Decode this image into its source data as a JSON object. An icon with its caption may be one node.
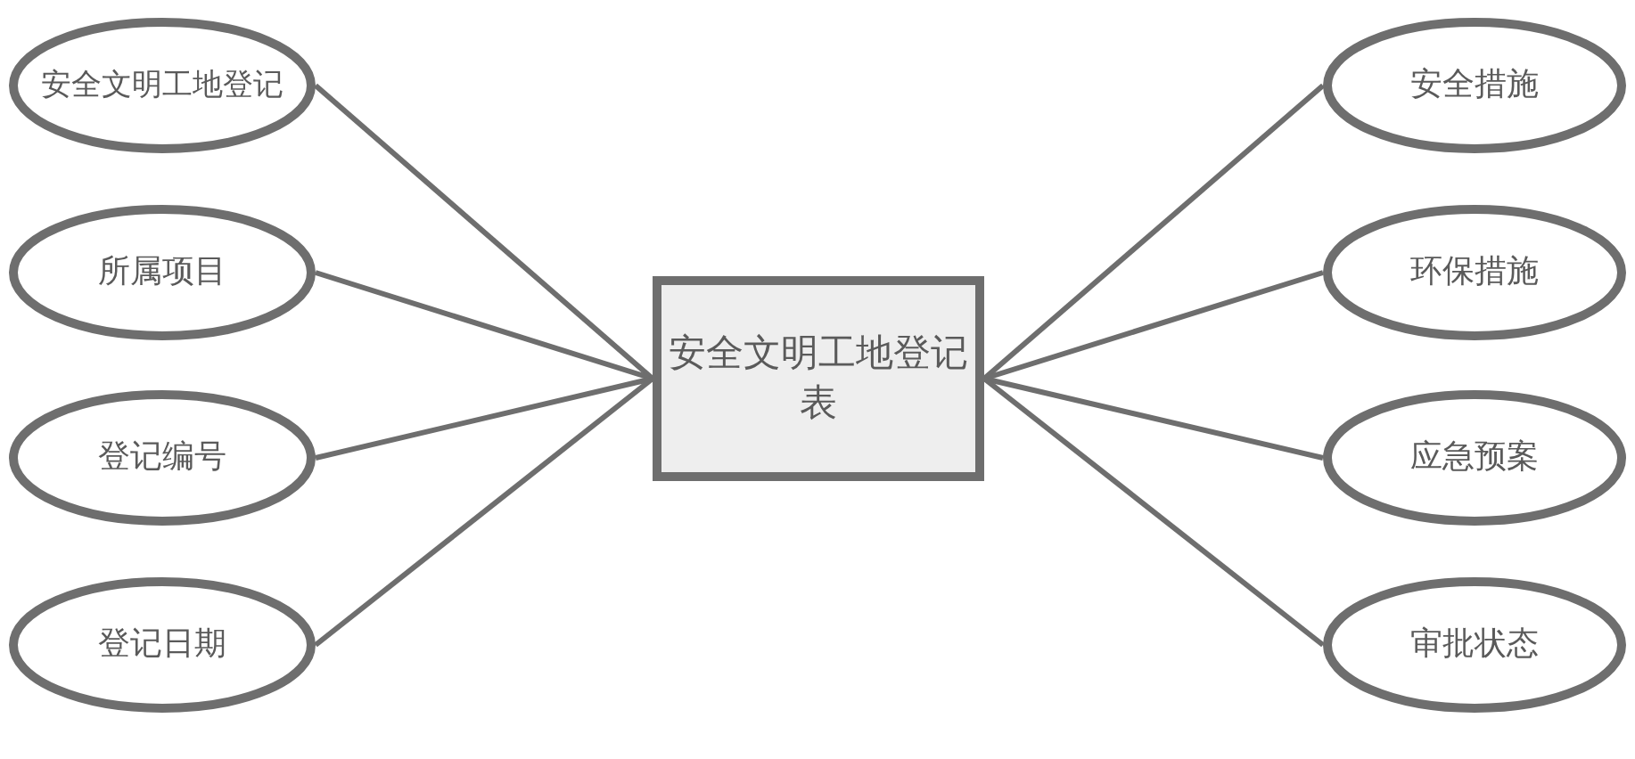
{
  "diagram": {
    "nodes": [
      {
        "text": [
          "安全文明工地登记"
        ]
      },
      {
        "text": [
          "所属项目"
        ]
      },
      {
        "text": [
          "登记编号"
        ]
      },
      {
        "text": [
          "登记日期"
        ]
      },
      {
        "text": [
          "安全文明工地登记表"
        ]
      },
      {
        "text": [
          "安全措施"
        ]
      },
      {
        "text": [
          "环保措施"
        ]
      },
      {
        "text": [
          "应急预案"
        ]
      },
      {
        "text": [
          "审批状态"
        ]
      }
    ],
    "edges": [
      {
        "from": 0,
        "to": 4,
        "arrow": "none"
      },
      {
        "from": 1,
        "to": 4,
        "arrow": "none"
      },
      {
        "from": 2,
        "to": 4,
        "arrow": "none"
      },
      {
        "from": 3,
        "to": 4,
        "arrow": "none"
      },
      {
        "from": 4,
        "to": 5,
        "arrow": "none"
      },
      {
        "from": 4,
        "to": 6,
        "arrow": "none"
      },
      {
        "from": 4,
        "to": 7,
        "arrow": "none"
      },
      {
        "from": 4,
        "to": 8,
        "arrow": "none"
      }
    ]
  }
}
